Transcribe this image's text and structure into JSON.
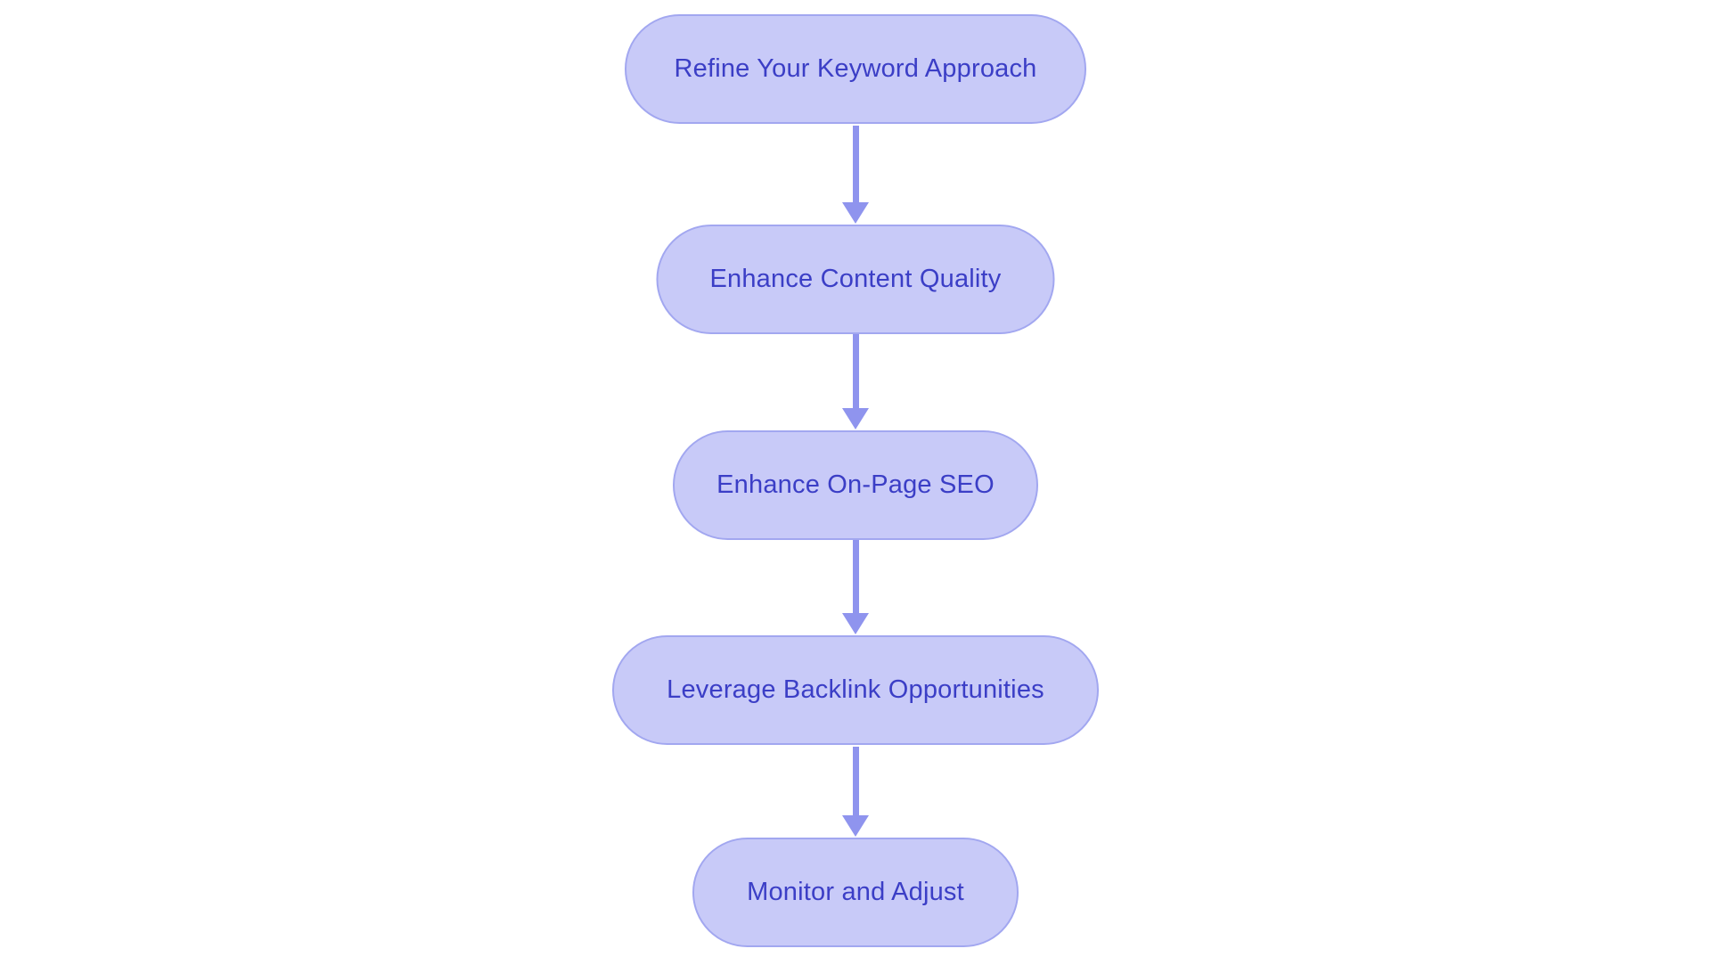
{
  "diagram": {
    "type": "flowchart",
    "direction": "top-to-bottom",
    "nodes": [
      {
        "label": "Refine Your Keyword Approach"
      },
      {
        "label": "Enhance Content Quality"
      },
      {
        "label": "Enhance On-Page SEO"
      },
      {
        "label": "Leverage Backlink Opportunities"
      },
      {
        "label": "Monitor and Adjust"
      }
    ],
    "edges": [
      {
        "from": "Refine Your Keyword Approach",
        "to": "Enhance Content Quality"
      },
      {
        "from": "Enhance Content Quality",
        "to": "Enhance On-Page SEO"
      },
      {
        "from": "Enhance On-Page SEO",
        "to": "Leverage Backlink Opportunities"
      },
      {
        "from": "Leverage Backlink Opportunities",
        "to": "Monitor and Adjust"
      }
    ]
  },
  "colors": {
    "canvas_bg": "#ffffff",
    "node_fill": "#c8caf8",
    "node_border": "#a2a7f0",
    "node_text": "#3b3ec6",
    "arrow": "#8f94ee"
  }
}
